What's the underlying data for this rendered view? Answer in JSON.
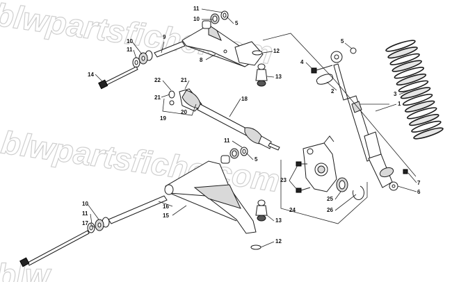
{
  "watermark": {
    "text_top": "blwpartsfiche.com",
    "text_bottom": "blwpartsfiche.com",
    "text_corner": "blw"
  },
  "callouts": [
    {
      "id": "c1",
      "label": "1"
    },
    {
      "id": "c2",
      "label": "2"
    },
    {
      "id": "c3",
      "label": "3"
    },
    {
      "id": "c4",
      "label": "4"
    },
    {
      "id": "c5a",
      "label": "5"
    },
    {
      "id": "c5b",
      "label": "5"
    },
    {
      "id": "c5c",
      "label": "5"
    },
    {
      "id": "c6",
      "label": "6"
    },
    {
      "id": "c7",
      "label": "7"
    },
    {
      "id": "c8",
      "label": "8"
    },
    {
      "id": "c9",
      "label": "9"
    },
    {
      "id": "c10a",
      "label": "10"
    },
    {
      "id": "c10b",
      "label": "10"
    },
    {
      "id": "c10c",
      "label": "10"
    },
    {
      "id": "c11a",
      "label": "11"
    },
    {
      "id": "c11b",
      "label": "11"
    },
    {
      "id": "c11c",
      "label": "11"
    },
    {
      "id": "c11d",
      "label": "11"
    },
    {
      "id": "c12a",
      "label": "12"
    },
    {
      "id": "c12b",
      "label": "12"
    },
    {
      "id": "c13a",
      "label": "13"
    },
    {
      "id": "c13b",
      "label": "13"
    },
    {
      "id": "c14",
      "label": "14"
    },
    {
      "id": "c15",
      "label": "15"
    },
    {
      "id": "c16",
      "label": "16"
    },
    {
      "id": "c17",
      "label": "17"
    },
    {
      "id": "c18",
      "label": "18"
    },
    {
      "id": "c19",
      "label": "19"
    },
    {
      "id": "c20",
      "label": "20"
    },
    {
      "id": "c21a",
      "label": "21"
    },
    {
      "id": "c21b",
      "label": "21"
    },
    {
      "id": "c22",
      "label": "22"
    },
    {
      "id": "c23",
      "label": "23"
    },
    {
      "id": "c24",
      "label": "24"
    },
    {
      "id": "c25",
      "label": "25"
    },
    {
      "id": "c26",
      "label": "26"
    }
  ]
}
